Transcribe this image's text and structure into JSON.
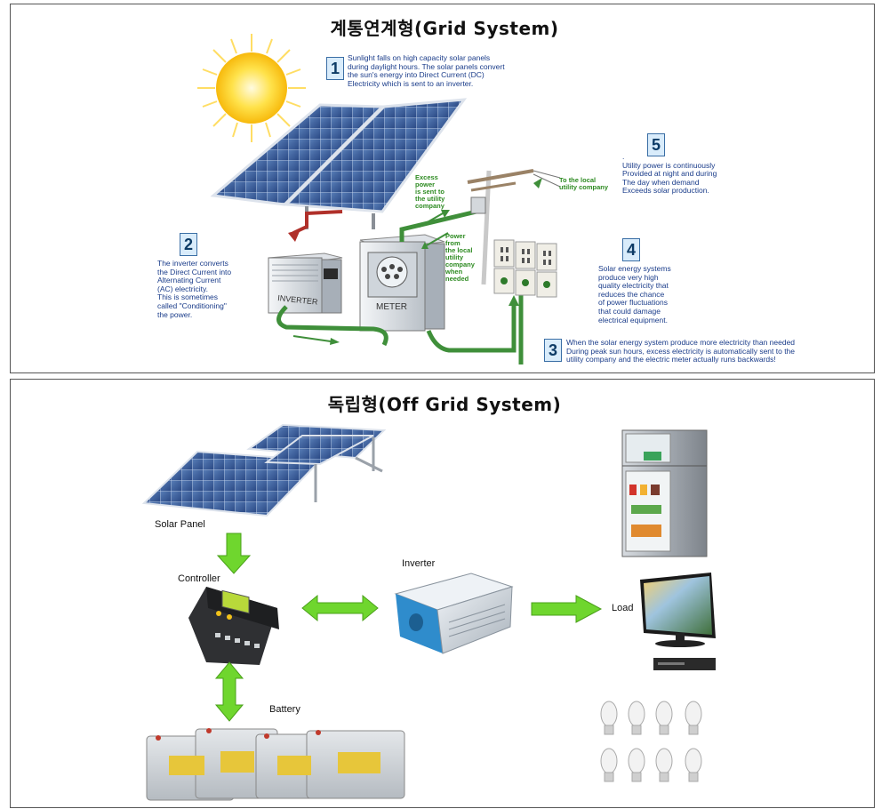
{
  "grid": {
    "title": "계통연계형(Grid System)",
    "steps": [
      {
        "number": "1",
        "lines": [
          "Sunlight falls on high capacity solar panels",
          "during daylight hours. The solar panels convert",
          "the sun's energy into Direct Current (DC)",
          "Electricity which is sent to an inverter."
        ]
      },
      {
        "number": "2",
        "lines": [
          "The inverter converts",
          "the Direct Current into",
          "Alternating Current",
          "(AC) electricity.",
          "This is sometimes",
          "called \"Conditioning\"",
          "the power."
        ]
      },
      {
        "number": "3",
        "lines": [
          "When the solar energy system produce more electricity than needed",
          "During peak sun hours, excess electricity is automatically sent to the",
          "utility company and the electric meter actually runs backwards!"
        ]
      },
      {
        "number": "4",
        "lines": [
          "Solar energy systems",
          "produce very high",
          "quality electricity that",
          "reduces the chance",
          "of power fluctuations",
          "that could damage",
          "electrical equipment."
        ]
      },
      {
        "number": "5",
        "lines": [
          ".",
          "Utility power is continuously",
          "Provided at night and during",
          "The day when demand",
          "Exceeds solar production."
        ]
      }
    ],
    "device_labels": {
      "inverter": "INVERTER",
      "meter": "METER"
    },
    "flow_notes": {
      "excess": [
        "Excess",
        "power",
        "is sent to",
        "the utility",
        "company"
      ],
      "power_from": [
        "Power",
        "from",
        "the local",
        "utility",
        "company",
        "when",
        "needed"
      ],
      "to_local": [
        "To the local",
        "utility company"
      ]
    }
  },
  "offgrid": {
    "title": "독립형(Off Grid System)",
    "labels": {
      "solar_panel": "Solar Panel",
      "controller": "Controller",
      "inverter": "Inverter",
      "load": "Load",
      "battery": "Battery"
    }
  },
  "colors": {
    "arrow_green": "#6fd62e",
    "note_blue": "#1a3c8a",
    "flow_green": "#2e8b22",
    "dc_red": "#b0302a",
    "number_box": "#d9ecfb"
  }
}
